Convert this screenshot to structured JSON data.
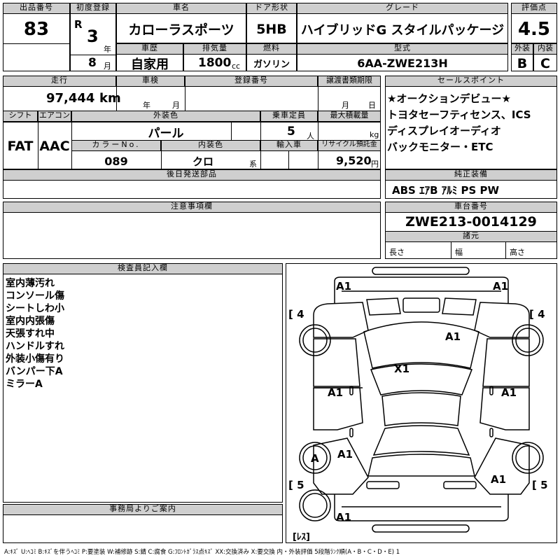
{
  "header": {
    "lot_label": "出品番号",
    "lot_value": "83",
    "reg_label": "初度登録",
    "era": "R",
    "reg_year": "3",
    "year_unit": "年",
    "reg_month": "8",
    "month_unit": "月",
    "name_label": "車名",
    "name_value": "カローラスポーツ",
    "door_label": "ドア形状",
    "door_value": "5HB",
    "grade_label": "グレード",
    "grade_value": "ハイブリッドG スタイルパッケージ",
    "score_label": "評価点",
    "score_value": "4.5",
    "history_label": "車歴",
    "history_value": "自家用",
    "displacement_label": "排気量",
    "displacement_value": "1800",
    "displacement_unit": "cc",
    "fuel_label": "燃料",
    "fuel_value": "ガソリン",
    "model_label": "型式",
    "model_value": "6AA-ZWE213H",
    "exterior_label": "外装",
    "exterior_value": "B",
    "interior_label": "内装",
    "interior_value": "C"
  },
  "details": {
    "mileage_label": "走行",
    "mileage_value": "97,444",
    "mileage_unit": "km",
    "inspection_label": "車検",
    "year_unit": "年",
    "month_unit": "月",
    "regno_label": "登録番号",
    "transfer_label": "譲渡書類期限",
    "day_unit": "日",
    "shift_label": "シフト",
    "shift_value": "FAT",
    "ac_label": "エアコン",
    "ac_value": "AAC",
    "color_label": "外装色",
    "color_value": "パール",
    "capacity_label": "乗車定員",
    "capacity_value": "5",
    "capacity_unit": "人",
    "load_label": "最大積載量",
    "load_unit": "kg",
    "colorno_label": "カラーNo.",
    "colorno_value": "089",
    "intcolor_label": "内装色",
    "intcolor_value": "クロ",
    "intcolor_unit": "系",
    "import_label": "輸入車",
    "recycle_label": "リサイクル預託金",
    "recycle_value": "9,520",
    "recycle_unit": "円",
    "later_label": "後日発送部品",
    "caution_label": "注意事項欄"
  },
  "sales": {
    "label": "セールスポイント",
    "items": [
      "★オークションデビュー★",
      "トヨタセーフティセンス、ICS",
      "ディスプレイオーディオ",
      "バックモニター・ETC"
    ]
  },
  "equipment": {
    "label": "純正装備",
    "value": "ABS ｴｱB ｱﾙﾐ PS PW"
  },
  "chassis": {
    "label": "車台番号",
    "value": "ZWE213-0014129",
    "spec_label": "諸元",
    "length_label": "長さ",
    "width_label": "幅",
    "height_label": "高さ"
  },
  "inspector": {
    "label": "検査員記入欄",
    "notes": [
      "室内薄汚れ",
      "コンソール傷",
      "シートしわ小",
      "室内内張傷",
      "天張すれ中",
      "ハンドルすれ",
      "外装小傷有り",
      "バンパー下A",
      "ミラーA"
    ]
  },
  "office": {
    "label": "事務局よりご案内"
  },
  "diagram": {
    "marks": {
      "fl_light": "A1",
      "fr_light": "A1",
      "hood": "A1",
      "roof": "X1",
      "l_front_door": "A1",
      "r_front_door": "A1",
      "l_rear_wheel": "A",
      "l_rear_door": "A1",
      "r_quarter": "A1",
      "rear_bumper": "A1"
    },
    "tire_fl": "[ 4",
    "tire_fr": "[ 4",
    "tire_rl": "[ 5",
    "tire_rr": "[ 5",
    "spare": "[ﾚｽ]"
  },
  "legend": "A:ｷｽﾞ U:ﾍｺﾐ B:ｷｽﾞを伴うﾍｺﾐ P:要塗装 W:補修跡 S:錆 C:腐食 G:ﾌﾛﾝﾄｶﾞﾗｽ点ｷｽﾞ XX:交換済み X:要交換 内・外装評価 5段階ﾗﾝｸ順(A・B・C・D・E) 1"
}
